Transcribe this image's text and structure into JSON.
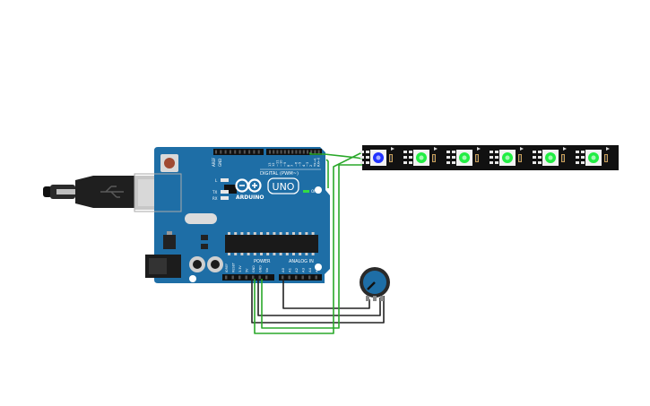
{
  "board": {
    "digital_label": "DIGITAL (PWM~)",
    "aref": "AREF",
    "gnd": "GND",
    "digital_pins": [
      "13",
      "12",
      "~11",
      "~10",
      "~9",
      "8",
      "7",
      "~6",
      "~5",
      "4",
      "~3",
      "2",
      "TX→1",
      "RX←0"
    ],
    "led_l": "L",
    "led_tx": "TX",
    "led_rx": "RX",
    "uno": "UNO",
    "brand": "ARDUINO",
    "on": "ON",
    "power_label": "POWER",
    "analog_label": "ANALOG IN",
    "power_pins": [
      "IOREF",
      "RESET",
      "3.3V",
      "5V",
      "GND",
      "GND",
      "Vin"
    ],
    "analog_pins": [
      "A0",
      "A1",
      "A2",
      "A3",
      "A4",
      "A5"
    ]
  },
  "strip": {
    "led_colors": [
      "#2233ff",
      "#22ee44",
      "#22ee44",
      "#22ee44",
      "#22ee44",
      "#22ee44"
    ]
  },
  "wire_colors": {
    "green": "#2aa82a",
    "black": "#222222",
    "usb": "#2a2a2a"
  }
}
